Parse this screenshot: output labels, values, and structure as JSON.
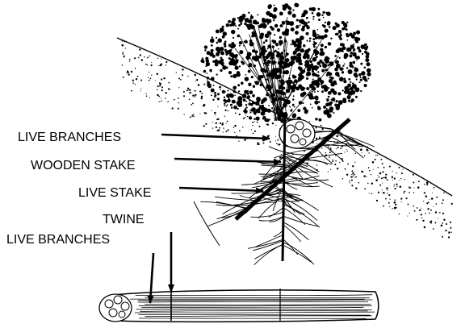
{
  "labels": {
    "live_branches_top": "LIVE BRANCHES",
    "wooden_stake": "WOODEN STAKE",
    "live_stake": "LIVE STAKE",
    "twine": "TWINE",
    "live_branches_bottom": "LIVE BRANCHES"
  },
  "colors": {
    "ink": "#000000",
    "background": "#ffffff"
  }
}
